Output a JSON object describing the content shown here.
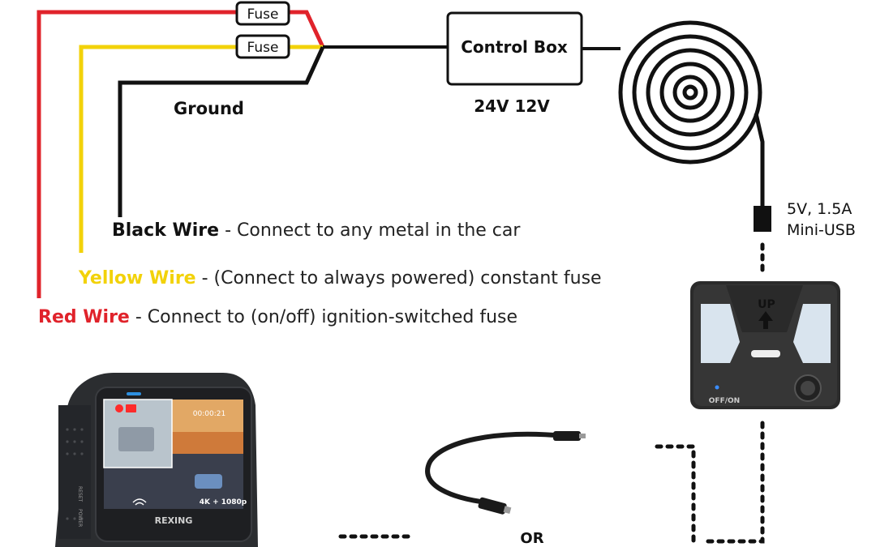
{
  "fuse_label": "Fuse",
  "ground_label": "Ground",
  "control_box": {
    "title": "Control Box",
    "voltage": "24V 12V"
  },
  "mini_usb": {
    "line1": "5V, 1.5A",
    "line2": "Mini-USB"
  },
  "wires": [
    {
      "name": "Black Wire",
      "desc": " - Connect to any metal in the car",
      "color": "#111111"
    },
    {
      "name": "Yellow Wire",
      "desc": " - (Connect to always powered) constant fuse",
      "color": "#f2d20a"
    },
    {
      "name": "Red Wire",
      "desc": " - Connect to (on/off) ignition-switched fuse",
      "color": "#e0232b"
    }
  ],
  "mount": {
    "up_label": "UP",
    "switch_label": "OFF/ON"
  },
  "camera": {
    "brand": "REXING",
    "time": "00:00:21",
    "resolution": "4K + 1080p",
    "side_labels": [
      "RESET",
      "POWER"
    ]
  },
  "or_label": "OR"
}
